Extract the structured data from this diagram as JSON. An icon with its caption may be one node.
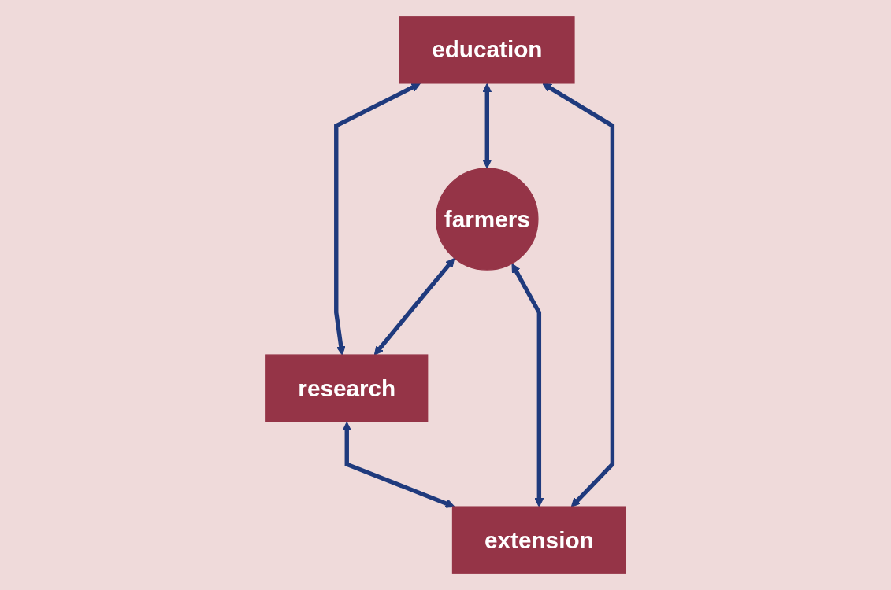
{
  "diagram": {
    "nodes": [
      {
        "text": [
          "education"
        ]
      },
      {
        "text": [
          "farmers"
        ]
      },
      {
        "text": [
          "research"
        ]
      },
      {
        "text": [
          "extension"
        ]
      }
    ],
    "edges": [
      {
        "from": 0,
        "to": 2,
        "arrow": "both"
      },
      {
        "from": 0,
        "to": 1,
        "arrow": "both"
      },
      {
        "from": 0,
        "to": 3,
        "arrow": "both"
      },
      {
        "from": 1,
        "to": 2,
        "arrow": "both"
      },
      {
        "from": 1,
        "to": 3,
        "arrow": "both"
      },
      {
        "from": 2,
        "to": 3,
        "arrow": "both"
      }
    ]
  }
}
